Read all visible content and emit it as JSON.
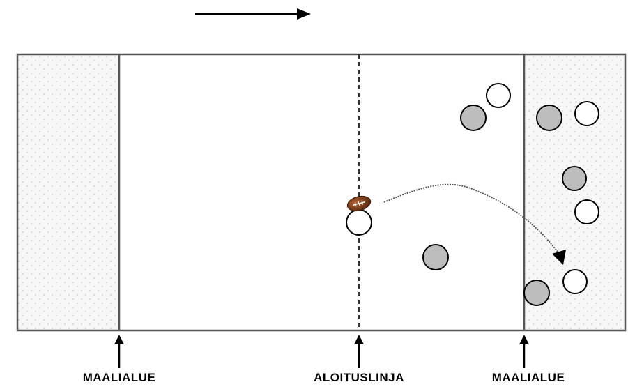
{
  "labels": {
    "left_endzone": "MAALIALUE",
    "kickoff_line": "ALOITUSLINJA",
    "right_endzone": "MAALIALUE"
  },
  "colors": {
    "line": "#555555",
    "endzone_fill": "#f7f7f7",
    "endzone_dots": "#c8c8c8",
    "team_filled": "#bdbdbd",
    "team_open": "#ffffff",
    "ball": "#7a3b1a"
  },
  "icons": {
    "direction": "arrow-right-icon",
    "label_pointer": "arrow-up-icon",
    "ball": "football-icon"
  }
}
